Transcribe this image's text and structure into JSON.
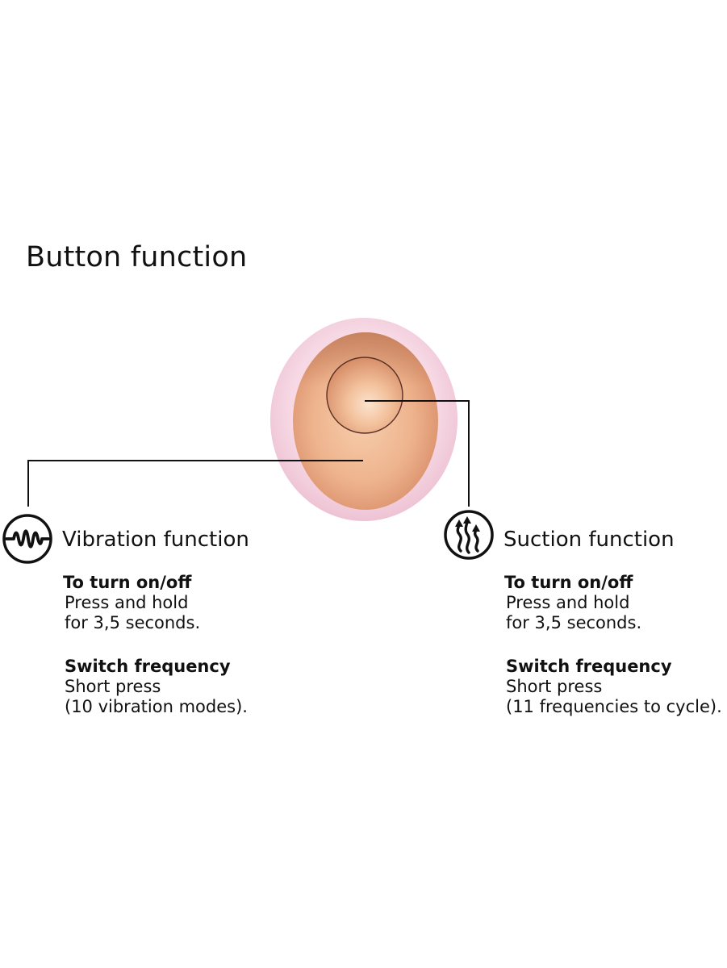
{
  "title": "Button function",
  "device": {
    "name": "device-button-illustration",
    "colors": {
      "outer_ring": "#f6d5e2",
      "outer_ring_edge": "#efc6d6",
      "plate_light": "#f6c9a6",
      "plate_mid": "#e8a37c",
      "plate_dark": "#c77e5a",
      "button_ring": "#5a3024"
    }
  },
  "functions": [
    {
      "id": "vibration",
      "icon": "sine-wave-icon",
      "title": "Vibration function",
      "on_off_heading": "To turn on/off",
      "on_off_line1": "Press and hold",
      "on_off_line2": "for 3,5 seconds.",
      "switch_heading": "Switch frequency",
      "switch_line1": "Short press",
      "switch_line2": "(10 vibration modes)."
    },
    {
      "id": "suction",
      "icon": "suction-arrows-icon",
      "title": "Suction function",
      "on_off_heading": "To turn on/off",
      "on_off_line1": "Press and hold",
      "on_off_line2": "for 3,5 seconds.",
      "switch_heading": "Switch frequency",
      "switch_line1": "Short press",
      "switch_line2": "(11 frequencies to cycle)."
    }
  ],
  "colors": {
    "text": "#111111",
    "leader_line": "#111111",
    "background": "#ffffff"
  }
}
